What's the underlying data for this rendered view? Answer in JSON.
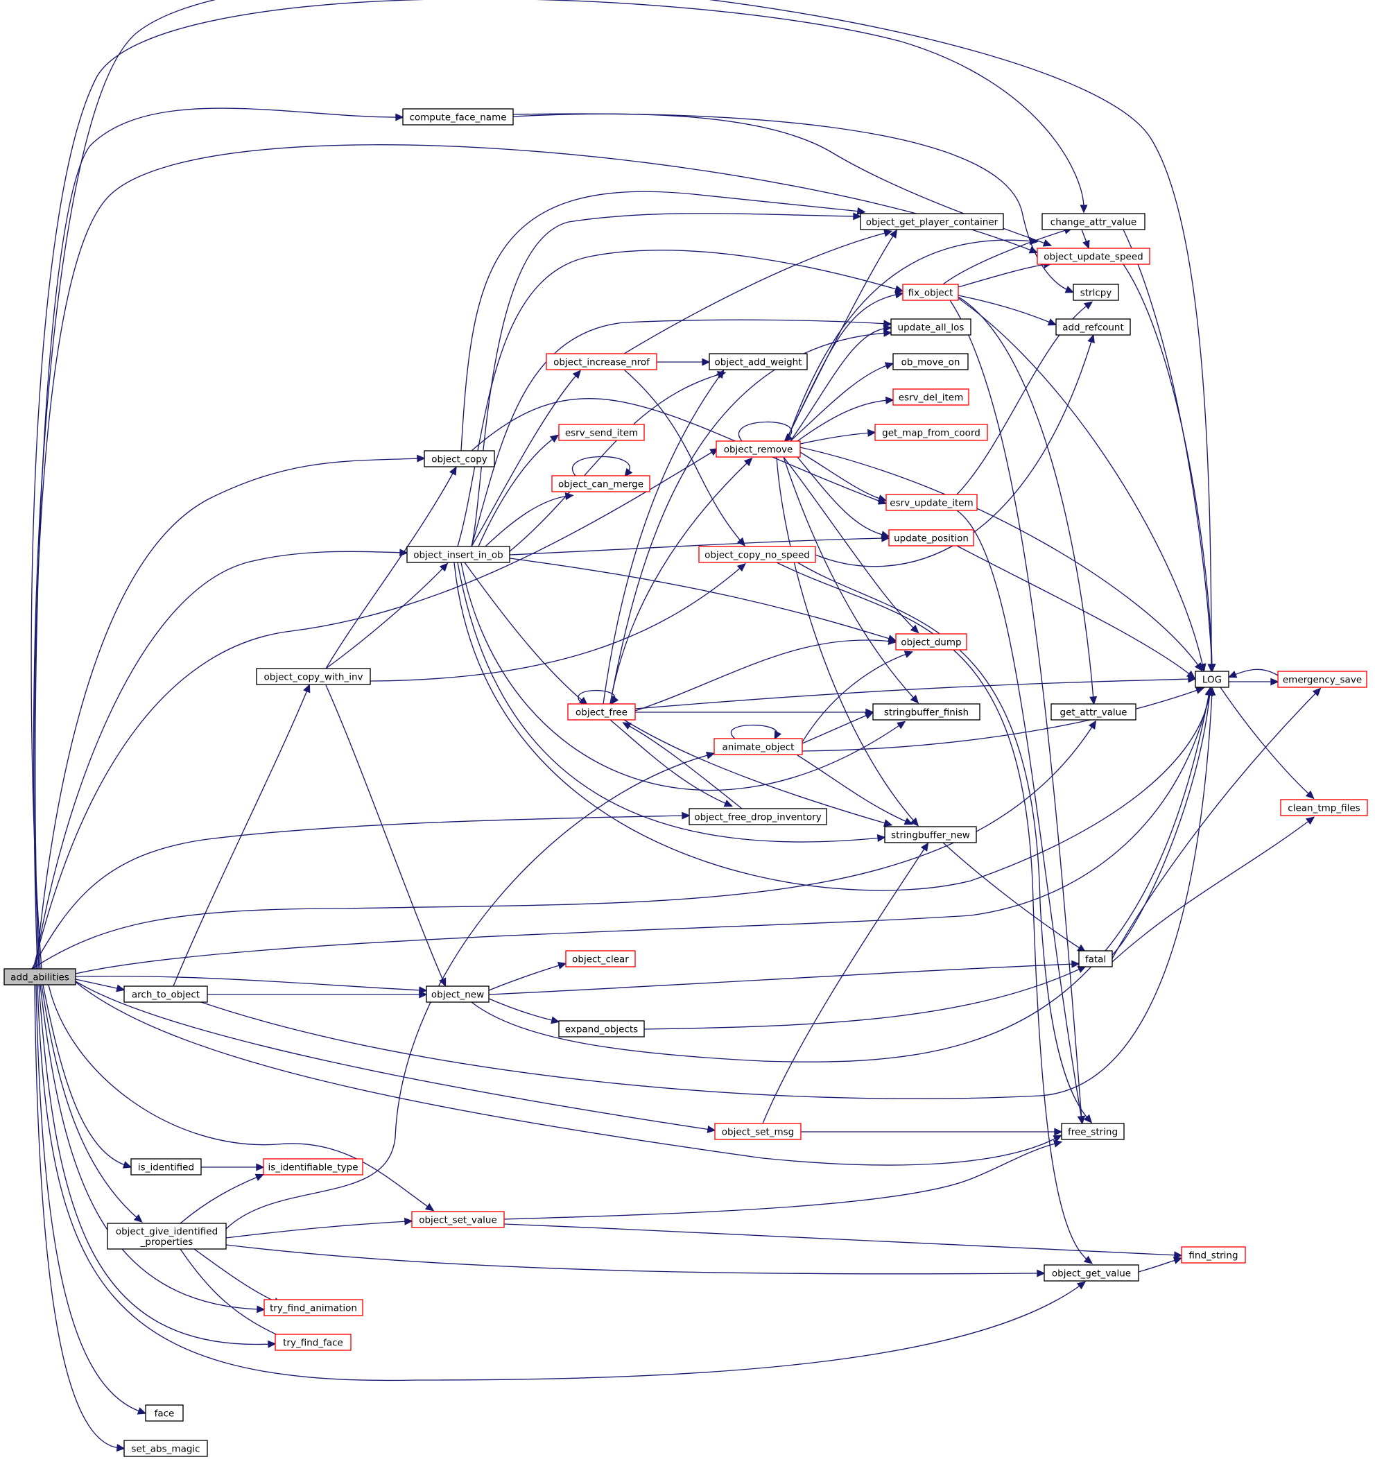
{
  "graph": {
    "colors": {
      "edge": "#191970",
      "root_fill": "#bfbfbf",
      "node_border": "#000000",
      "truncated_border": "#ff0000",
      "node_fill": "#ffffff"
    },
    "nodes": [
      {
        "id": "add_abilities",
        "lines": [
          "add_abilities"
        ],
        "root": true,
        "truncated": false
      },
      {
        "id": "arch_to_object",
        "lines": [
          "arch_to_object"
        ],
        "truncated": false
      },
      {
        "id": "object_new",
        "lines": [
          "object_new"
        ],
        "truncated": false
      },
      {
        "id": "object_clear",
        "lines": [
          "object_clear"
        ],
        "truncated": true
      },
      {
        "id": "expand_objects",
        "lines": [
          "expand_objects"
        ],
        "truncated": false
      },
      {
        "id": "fatal",
        "lines": [
          "fatal"
        ],
        "truncated": false
      },
      {
        "id": "LOG",
        "lines": [
          "LOG"
        ],
        "truncated": false
      },
      {
        "id": "emergency_save",
        "lines": [
          "emergency_save"
        ],
        "truncated": true
      },
      {
        "id": "clean_tmp_files",
        "lines": [
          "clean_tmp_files"
        ],
        "truncated": true
      },
      {
        "id": "change_attr_value",
        "lines": [
          "change_attr_value"
        ],
        "truncated": false
      },
      {
        "id": "compute_face_name",
        "lines": [
          "compute_face_name"
        ],
        "truncated": false
      },
      {
        "id": "object_update_speed",
        "lines": [
          "object_update_speed"
        ],
        "truncated": true
      },
      {
        "id": "object_get_player_container",
        "lines": [
          "object_get_player_container"
        ],
        "truncated": false
      },
      {
        "id": "fix_object",
        "lines": [
          "fix_object"
        ],
        "truncated": true
      },
      {
        "id": "strlcpy",
        "lines": [
          "strlcpy"
        ],
        "truncated": false
      },
      {
        "id": "add_refcount",
        "lines": [
          "add_refcount"
        ],
        "truncated": false
      },
      {
        "id": "update_all_los",
        "lines": [
          "update_all_los"
        ],
        "truncated": false
      },
      {
        "id": "object_increase_nrof",
        "lines": [
          "object_increase_nrof"
        ],
        "truncated": true
      },
      {
        "id": "object_add_weight",
        "lines": [
          "object_add_weight"
        ],
        "truncated": false
      },
      {
        "id": "ob_move_on",
        "lines": [
          "ob_move_on"
        ],
        "truncated": false
      },
      {
        "id": "esrv_del_item",
        "lines": [
          "esrv_del_item"
        ],
        "truncated": true
      },
      {
        "id": "esrv_send_item",
        "lines": [
          "esrv_send_item"
        ],
        "truncated": true
      },
      {
        "id": "get_map_from_coord",
        "lines": [
          "get_map_from_coord"
        ],
        "truncated": true
      },
      {
        "id": "object_remove",
        "lines": [
          "object_remove"
        ],
        "truncated": true
      },
      {
        "id": "object_copy",
        "lines": [
          "object_copy"
        ],
        "truncated": false
      },
      {
        "id": "object_can_merge",
        "lines": [
          "object_can_merge"
        ],
        "truncated": true
      },
      {
        "id": "esrv_update_item",
        "lines": [
          "esrv_update_item"
        ],
        "truncated": true
      },
      {
        "id": "update_position",
        "lines": [
          "update_position"
        ],
        "truncated": true
      },
      {
        "id": "object_insert_in_ob",
        "lines": [
          "object_insert_in_ob"
        ],
        "truncated": false
      },
      {
        "id": "object_copy_no_speed",
        "lines": [
          "object_copy_no_speed"
        ],
        "truncated": true
      },
      {
        "id": "object_dump",
        "lines": [
          "object_dump"
        ],
        "truncated": true
      },
      {
        "id": "object_copy_with_inv",
        "lines": [
          "object_copy_with_inv"
        ],
        "truncated": false
      },
      {
        "id": "object_free",
        "lines": [
          "object_free"
        ],
        "truncated": true
      },
      {
        "id": "stringbuffer_finish",
        "lines": [
          "stringbuffer_finish"
        ],
        "truncated": false
      },
      {
        "id": "get_attr_value",
        "lines": [
          "get_attr_value"
        ],
        "truncated": false
      },
      {
        "id": "animate_object",
        "lines": [
          "animate_object"
        ],
        "truncated": true
      },
      {
        "id": "object_free_drop_inventory",
        "lines": [
          "object_free_drop_inventory"
        ],
        "truncated": false
      },
      {
        "id": "stringbuffer_new",
        "lines": [
          "stringbuffer_new"
        ],
        "truncated": false
      },
      {
        "id": "object_set_msg",
        "lines": [
          "object_set_msg"
        ],
        "truncated": true
      },
      {
        "id": "free_string",
        "lines": [
          "free_string"
        ],
        "truncated": false
      },
      {
        "id": "is_identified",
        "lines": [
          "is_identified"
        ],
        "truncated": false
      },
      {
        "id": "is_identifiable_type",
        "lines": [
          "is_identifiable_type"
        ],
        "truncated": true
      },
      {
        "id": "object_give_identified_properties",
        "lines": [
          "object_give_identified",
          "_properties"
        ],
        "truncated": false
      },
      {
        "id": "object_set_value",
        "lines": [
          "object_set_value"
        ],
        "truncated": true
      },
      {
        "id": "find_string",
        "lines": [
          "find_string"
        ],
        "truncated": true
      },
      {
        "id": "object_get_value",
        "lines": [
          "object_get_value"
        ],
        "truncated": false
      },
      {
        "id": "try_find_animation",
        "lines": [
          "try_find_animation"
        ],
        "truncated": true
      },
      {
        "id": "try_find_face",
        "lines": [
          "try_find_face"
        ],
        "truncated": true
      },
      {
        "id": "face",
        "lines": [
          "face"
        ],
        "truncated": false
      },
      {
        "id": "set_abs_magic",
        "lines": [
          "set_abs_magic"
        ],
        "truncated": false
      }
    ]
  }
}
